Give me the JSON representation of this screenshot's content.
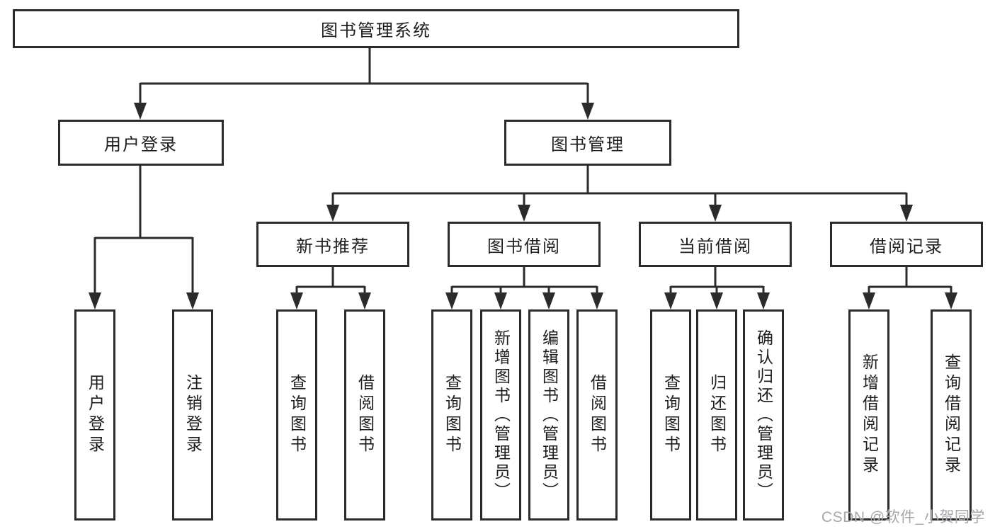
{
  "diagram_title": "图书管理系统",
  "nodes": {
    "root": "图书管理系统",
    "user_login": "用户登录",
    "book_mgmt": "图书管理",
    "new_book_rec": "新书推荐",
    "book_borrow": "图书借阅",
    "current_borrow": "当前借阅",
    "borrow_record": "借阅记录",
    "ul_user_login": "用户登录",
    "ul_logout": "注销登录",
    "nr_query_book": "查询图书",
    "nr_borrow_book": "借阅图书",
    "bb_query_book": "查询图书",
    "bb_add_book": "新增图书（管理员）",
    "bb_edit_book": "编辑图书（管理员）",
    "bb_borrow_book": "借阅图书",
    "cb_query_book": "查询图书",
    "cb_return_book": "归还图书",
    "cb_confirm_return": "确认归还（管理员）",
    "br_add_record": "新增借阅记录",
    "br_query_record": "查询借阅记录"
  },
  "watermark": "CSDN @软件_小贺同学",
  "colors": {
    "line": "#2b2b2b",
    "text": "#1e1e1e",
    "background": "#ffffff",
    "watermark": "#a7a7ac"
  }
}
